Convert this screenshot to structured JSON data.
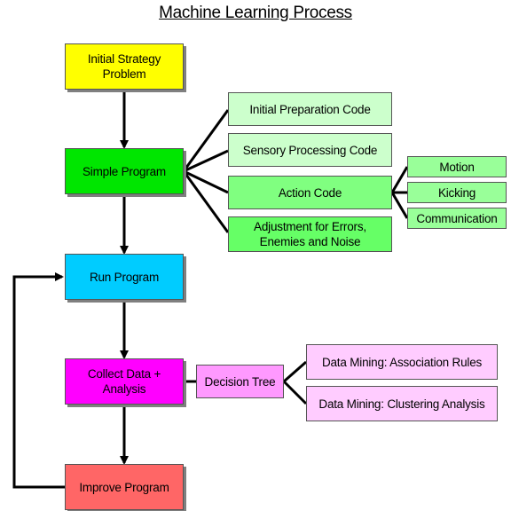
{
  "title": "Machine Learning Process",
  "nodes": {
    "initial_strategy": {
      "label": "Initial Strategy\nProblem",
      "color": "#ffff00"
    },
    "simple_program": {
      "label": "Simple Program",
      "color": "#00e600"
    },
    "run_program": {
      "label": "Run Program",
      "color": "#00ccff"
    },
    "collect_data": {
      "label": "Collect Data +\nAnalysis",
      "color": "#ff00ff"
    },
    "improve_program": {
      "label": "Improve Program",
      "color": "#ff6666"
    },
    "initial_preparation": {
      "label": "Initial Preparation Code",
      "color": "#ccffcc"
    },
    "sensory_processing": {
      "label": "Sensory Processing Code",
      "color": "#ccffcc"
    },
    "action_code": {
      "label": "Action Code",
      "color": "#80ff80"
    },
    "adjustment": {
      "label": "Adjustment for Errors,\nEnemies and Noise",
      "color": "#66ff66"
    },
    "motion": {
      "label": "Motion",
      "color": "#99ff99"
    },
    "kicking": {
      "label": "Kicking",
      "color": "#99ff99"
    },
    "communication": {
      "label": "Communication",
      "color": "#99ff99"
    },
    "decision_tree": {
      "label": "Decision Tree",
      "color": "#ff99ff"
    },
    "association_rules": {
      "label": "Data Mining: Association Rules",
      "color": "#ffccff"
    },
    "clustering_analysis": {
      "label": "Data Mining: Clustering Analysis",
      "color": "#ffccff"
    }
  }
}
